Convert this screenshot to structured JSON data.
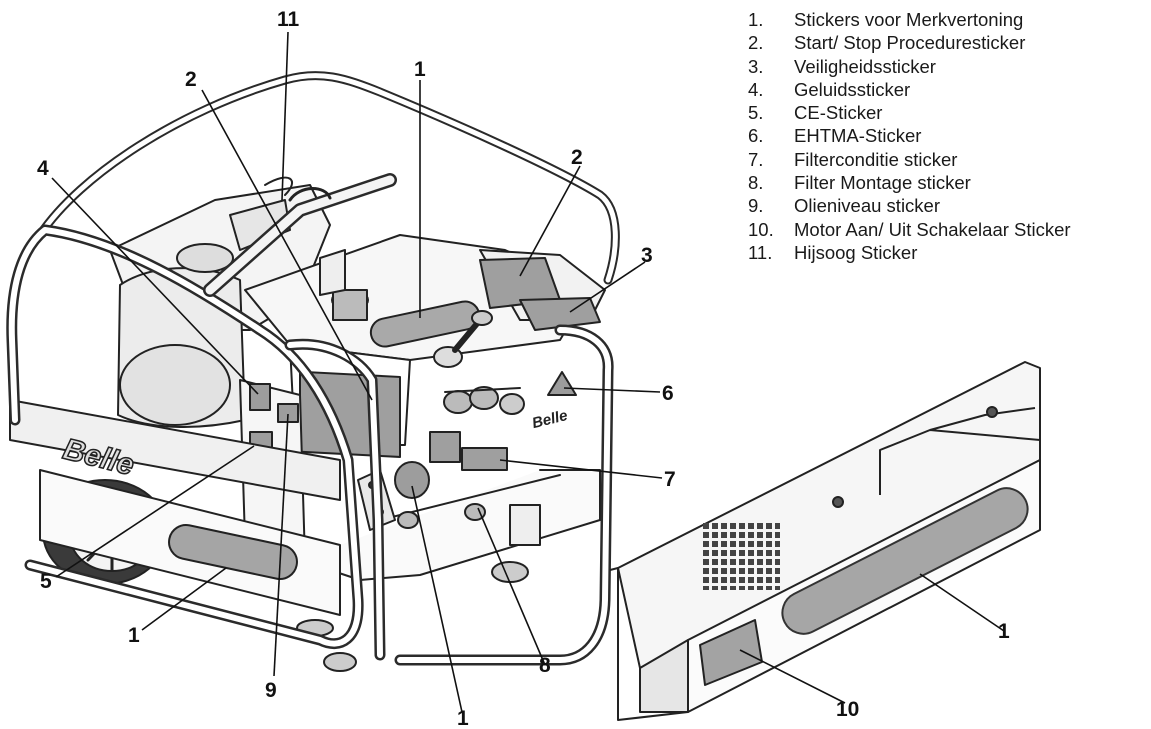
{
  "legend": {
    "items": [
      {
        "num": "1.",
        "label": "Stickers voor Merkvertoning"
      },
      {
        "num": "2.",
        "label": "Start/ Stop Proceduresticker"
      },
      {
        "num": "3.",
        "label": "Veiligheidssticker"
      },
      {
        "num": "4.",
        "label": "Geluidssticker"
      },
      {
        "num": "5.",
        "label": "CE-Sticker"
      },
      {
        "num": "6.",
        "label": "EHTMA-Sticker"
      },
      {
        "num": "7.",
        "label": "Filterconditie sticker"
      },
      {
        "num": "8.",
        "label": "Filter Montage sticker"
      },
      {
        "num": "9.",
        "label": "Olieniveau sticker"
      },
      {
        "num": "10.",
        "label": "Motor Aan/ Uit Schakelaar Sticker"
      },
      {
        "num": "11.",
        "label": "Hijsoog Sticker"
      }
    ]
  },
  "callouts": {
    "c11": "11",
    "c2a": "2",
    "c1a": "1",
    "c4": "4",
    "c2b": "2",
    "c3": "3",
    "c6": "6",
    "c7": "7",
    "c5": "5",
    "c1b": "1",
    "c9": "9",
    "c8": "8",
    "c1c": "1",
    "c1d": "1",
    "c10": "10"
  },
  "brand": {
    "logo_text": "Belle"
  }
}
